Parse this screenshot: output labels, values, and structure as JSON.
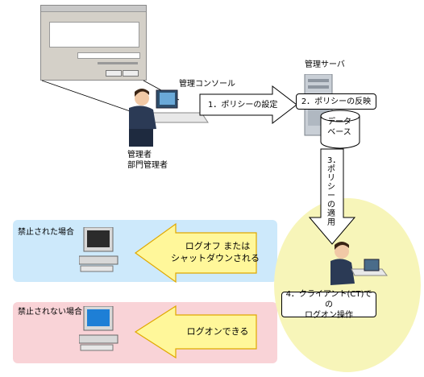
{
  "nodes": {
    "console_label": "管理コンソール",
    "server_label": "管理サーバ",
    "admin_label_line1": "管理者",
    "admin_label_line2": "部門管理者",
    "database_label": "データ\nベース",
    "client_label_line1": "4．クライアント(CT)での",
    "client_label_line2": "ログオン操作"
  },
  "steps": {
    "step1": "1．ポリシーの設定",
    "step2": "2．ポリシーの反映",
    "step3": "3．ポリシーの適用"
  },
  "cases": {
    "prohibited_title": "禁止された場合",
    "prohibited_result_line1": "ログオフ または",
    "prohibited_result_line2": "シャットダウンされる",
    "allowed_title": "禁止されない場合",
    "allowed_result": "ログオンできる"
  },
  "colors": {
    "blue_panel": "#cde9fb",
    "pink_panel": "#f9d3d7",
    "yellow_circle": "#f7f5b9",
    "yellow_arrow": "#fff79a",
    "arrow_border": "#e0a800"
  }
}
